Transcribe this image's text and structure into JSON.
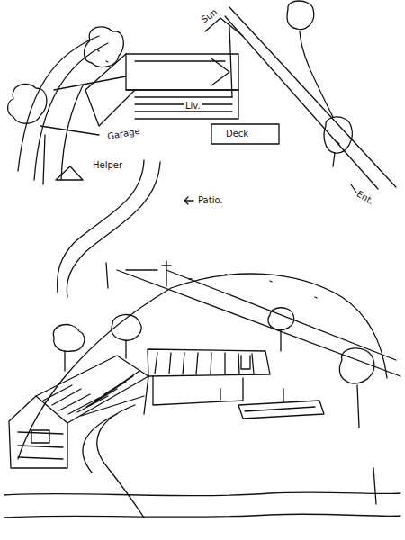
{
  "diagram": {
    "labels": [
      "Sun",
      "Liv.",
      "Deck",
      "Garage",
      "Helper",
      "Patio.",
      "Ent."
    ]
  }
}
